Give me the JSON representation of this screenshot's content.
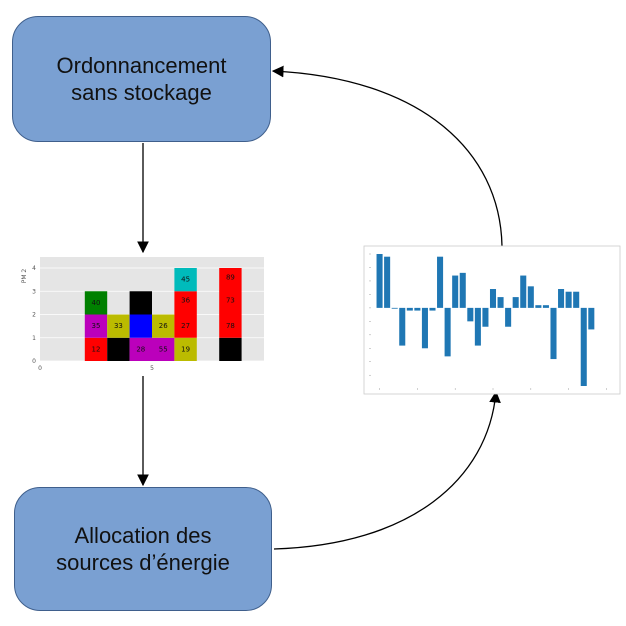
{
  "boxes": {
    "top": {
      "line1": "Ordonnancement",
      "line2": "sans stockage"
    },
    "bottom": {
      "line1": "Allocation des",
      "line2": "sources d’énergie"
    }
  },
  "chart_data": [
    {
      "type": "gantt",
      "ylabel": "PM 2",
      "x_ticks": [
        "0",
        "5"
      ],
      "y_ticks": [
        "0",
        "1",
        "2",
        "3",
        "4"
      ],
      "xlim": [
        0,
        10
      ],
      "ylim": [
        0,
        4
      ],
      "blocks": [
        {
          "x": 2,
          "y": 0,
          "w": 1,
          "h": 1,
          "color": "#ff0000",
          "label": "12"
        },
        {
          "x": 2,
          "y": 1,
          "w": 1,
          "h": 1,
          "color": "#bb00bb",
          "label": "35"
        },
        {
          "x": 2,
          "y": 2,
          "w": 1,
          "h": 1,
          "color": "#008000",
          "label": "40"
        },
        {
          "x": 3,
          "y": 0,
          "w": 1,
          "h": 1,
          "color": "#000000",
          "label": ""
        },
        {
          "x": 3,
          "y": 1,
          "w": 1,
          "h": 1,
          "color": "#bbbb00",
          "label": "33"
        },
        {
          "x": 4,
          "y": 0,
          "w": 1,
          "h": 1,
          "color": "#bb00bb",
          "label": "28"
        },
        {
          "x": 4,
          "y": 1,
          "w": 1,
          "h": 1,
          "color": "#0000ff",
          "label": ""
        },
        {
          "x": 4,
          "y": 2,
          "w": 1,
          "h": 1,
          "color": "#000000",
          "label": ""
        },
        {
          "x": 5,
          "y": 0,
          "w": 1,
          "h": 1,
          "color": "#bb00bb",
          "label": "55"
        },
        {
          "x": 5,
          "y": 1,
          "w": 1,
          "h": 1,
          "color": "#bbbb00",
          "label": "26"
        },
        {
          "x": 6,
          "y": 0,
          "w": 1,
          "h": 1,
          "color": "#bbbb00",
          "label": "19"
        },
        {
          "x": 6,
          "y": 1,
          "w": 1,
          "h": 2,
          "color": "#ff0000",
          "label": "27"
        },
        {
          "x": 6,
          "y": 2.6,
          "w": 1,
          "h": 0,
          "color": "#ff0000",
          "label": "36"
        },
        {
          "x": 6,
          "y": 3,
          "w": 1,
          "h": 1,
          "color": "#00bbbb",
          "label": "45"
        },
        {
          "x": 8,
          "y": 0,
          "w": 1,
          "h": 1,
          "color": "#000000",
          "label": ""
        },
        {
          "x": 8,
          "y": 1,
          "w": 1,
          "h": 3,
          "color": "#ff0000",
          "label": "78"
        },
        {
          "x": 8,
          "y": 2.6,
          "w": 1,
          "h": 0,
          "color": "#ff0000",
          "label": "73"
        },
        {
          "x": 8,
          "y": 3.6,
          "w": 1,
          "h": 0,
          "color": "#ff0000",
          "label": "89"
        }
      ]
    },
    {
      "type": "bar",
      "color": "#1f77b4",
      "ylim": [
        -1.45,
        1.0
      ],
      "xlim": [
        -1,
        31
      ],
      "values": [
        1.0,
        0.95,
        0.0,
        -0.7,
        -0.05,
        -0.05,
        -0.75,
        -0.05,
        0.95,
        -0.9,
        0.6,
        0.65,
        -0.25,
        -0.7,
        -0.35,
        0.35,
        0.2,
        -0.35,
        0.2,
        0.6,
        0.4,
        0.05,
        0.05,
        -0.95,
        0.35,
        0.3,
        0.3,
        -1.45,
        -0.4
      ]
    }
  ]
}
